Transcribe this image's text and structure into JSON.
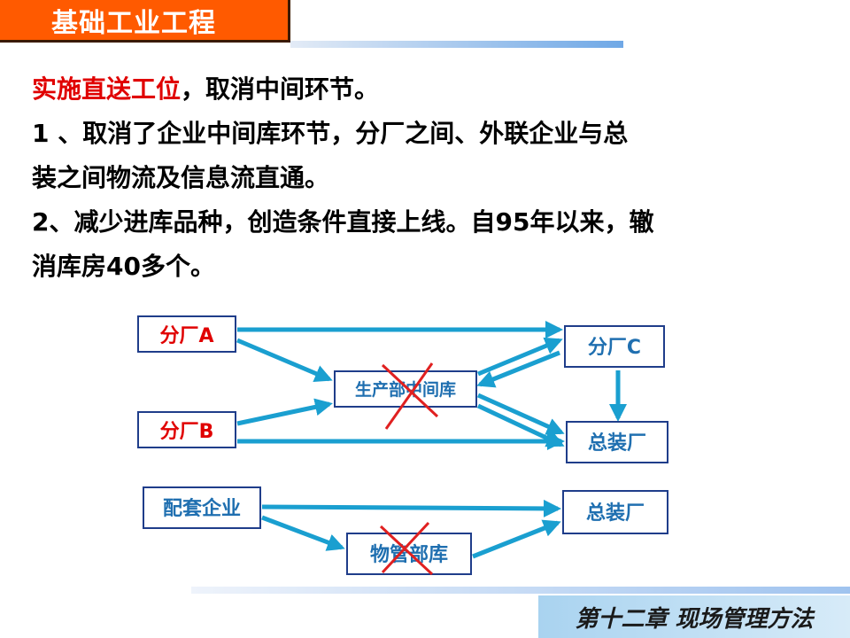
{
  "header": {
    "title": "基础工业工程"
  },
  "content": {
    "heading_red": "实施直送工位",
    "heading_rest": "，取消中间环节。",
    "point1_line1": " 1 、取消了企业中间库环节，分厂之间、外联企业与总",
    "point1_line2": "装之间物流及信息流直通。",
    "point2_line1": " 2、减少进库品种，创造条件直接上线。自95年以来，辙",
    "point2_line2": "消库房40多个。"
  },
  "diagram": {
    "nodes": {
      "branch_a": "分厂A",
      "branch_b": "分厂B",
      "branch_c": "分厂C",
      "middle_store": "生产部中间库",
      "assembly_top": "总装厂",
      "supplier": "配套企业",
      "assembly_bottom": "总装厂",
      "material_store": "物管部库"
    },
    "colors": {
      "red_text": "#e00000",
      "blue_text": "#1f6fb0",
      "arrow": "#1a9fd0",
      "cross": "#e02020",
      "box_border": "#1f3d8a"
    }
  },
  "footer": {
    "chapter": "第十二章 现场管理方法"
  }
}
